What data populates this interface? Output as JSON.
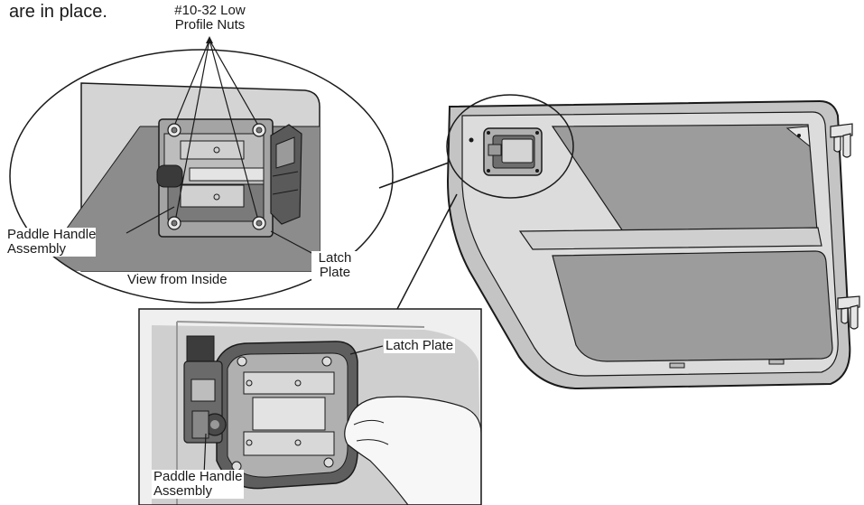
{
  "intro_text": "are in place.",
  "labels": {
    "nuts": [
      "#10-32 Low",
      "Profile Nuts"
    ],
    "paddle_top": [
      "Paddle Handle",
      "Assembly"
    ],
    "latch_plate_top": [
      "Latch",
      "Plate"
    ],
    "view_from_inside": "View from Inside",
    "latch_plate_bottom": "Latch Plate",
    "paddle_bottom": [
      "Paddle Handle",
      "Assembly"
    ]
  },
  "colors": {
    "line": "#1a1a1a",
    "panel_light": "#d6d6d6",
    "panel_mid": "#b4b4b4",
    "panel_dark": "#8a8a8a",
    "glass": "#9a9a9a"
  }
}
